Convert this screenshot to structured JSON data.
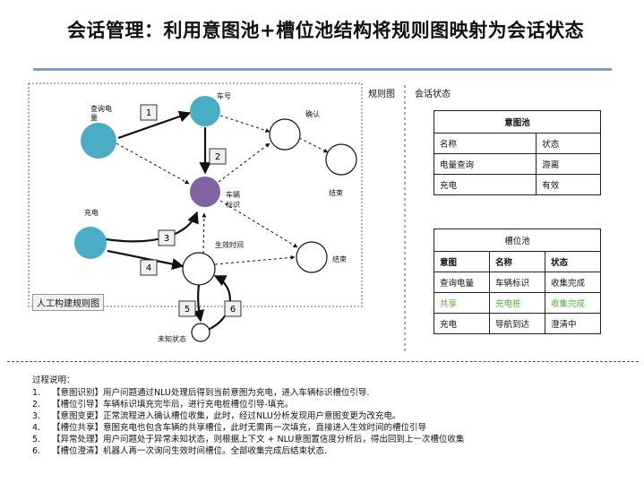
{
  "title": "会话管理：利用意图池+槽位池结构将规则图映射为会话状态",
  "labels": {
    "rule_graph": "规则图",
    "session_state": "会话状态",
    "manual_build": "人工构建规则图"
  },
  "nodes": {
    "query_battery": "查询电量",
    "car_number": "车号",
    "confirm": "确认",
    "end1": "结束",
    "vehicle_id": "车辆标识",
    "charge": "充电",
    "effective_time": "生效时间",
    "end2": "结束",
    "unknown_state": "未知状态"
  },
  "steps": [
    "1",
    "2",
    "3",
    "4",
    "5",
    "6"
  ],
  "intent_pool": {
    "header": "意图池",
    "rows": [
      {
        "name": "名称",
        "state": "状态"
      },
      {
        "name": "电量查询",
        "state": "游离"
      },
      {
        "name": "充电",
        "state": "有效"
      }
    ]
  },
  "slot_pool": {
    "header": "槽位池",
    "columns": [
      "意图",
      "名称",
      "状态"
    ],
    "rows": [
      {
        "intent": "查询电量",
        "name": "车辆标识",
        "state": "收集完成"
      },
      {
        "intent": "共享",
        "name": "充电桩",
        "state": "收集完成"
      },
      {
        "intent": "充电",
        "name": "导航到达",
        "state": "澄清中"
      }
    ]
  },
  "notes": {
    "title": "过程说明：",
    "items": [
      {
        "num": "1.",
        "text": "【意图识别】用户问题通过NLU处理后得到当前意图为充电，进入车辆标识槽位引导."
      },
      {
        "num": "2.",
        "text": "【槽位引导】车辆标识填充完毕后，进行充电桩槽位引导-填充。"
      },
      {
        "num": "3.",
        "text": "【意图变更】正常流程进入确认槽位收集，此时，经过NLU分析发现用户意图变更为改充电。"
      },
      {
        "num": "4.",
        "text": "【槽位共享】意图充电也包含车辆的共享槽位，此时无需再一次填充，直接进入生效时间的槽位引导"
      },
      {
        "num": "5.",
        "text": "【异常处理】用户问题处于异常未知状态，则根据上下文 + NLU意图置信度分析后，得出回到上一次槽位收集"
      },
      {
        "num": "6.",
        "text": "【槽位澄清】机器人再一次询问生效时间槽位。全部收集完成后结束状态."
      }
    ]
  },
  "colors": {
    "teal": "#4bacc6",
    "purple": "#8064a2",
    "rule": "#7f9fc6",
    "green": "#52b032"
  }
}
